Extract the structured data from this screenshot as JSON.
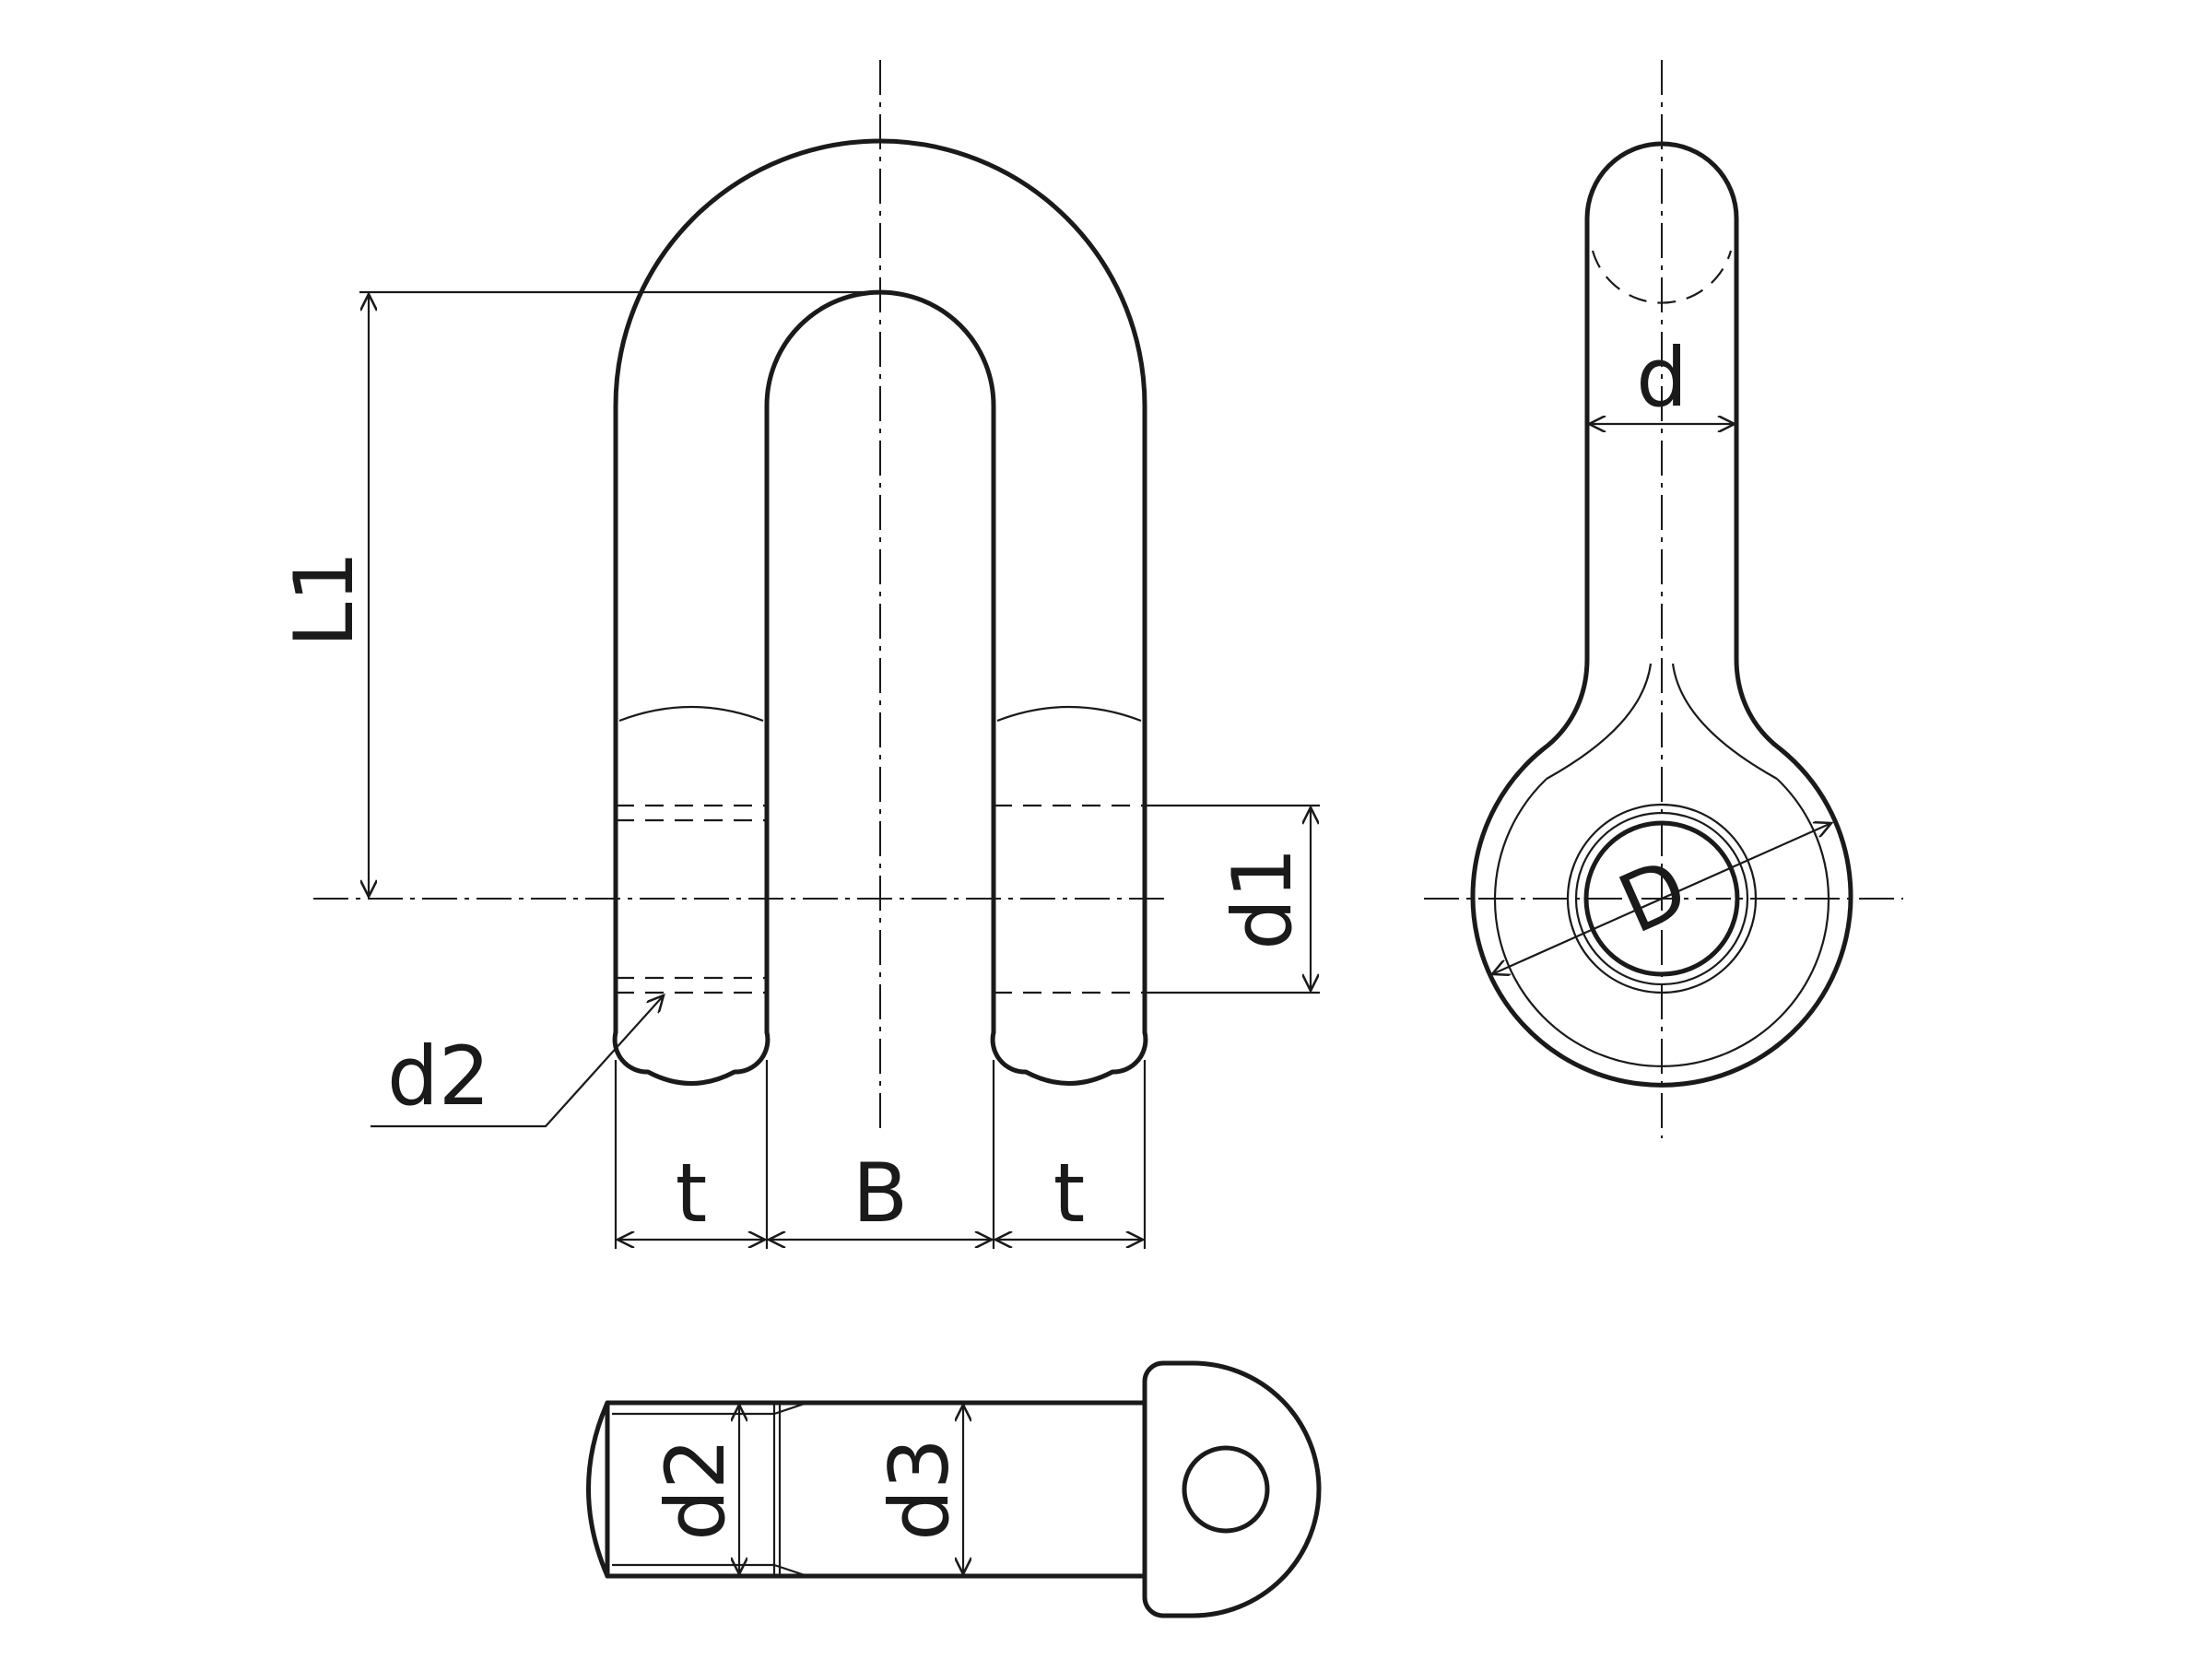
{
  "labels": {
    "l1": "L1",
    "d": "d",
    "d1": "d1",
    "d2_front": "d2",
    "d2_pin": "d2",
    "d3": "d3",
    "t_left": "t",
    "b": "B",
    "t_right": "t",
    "big_d": "D"
  }
}
